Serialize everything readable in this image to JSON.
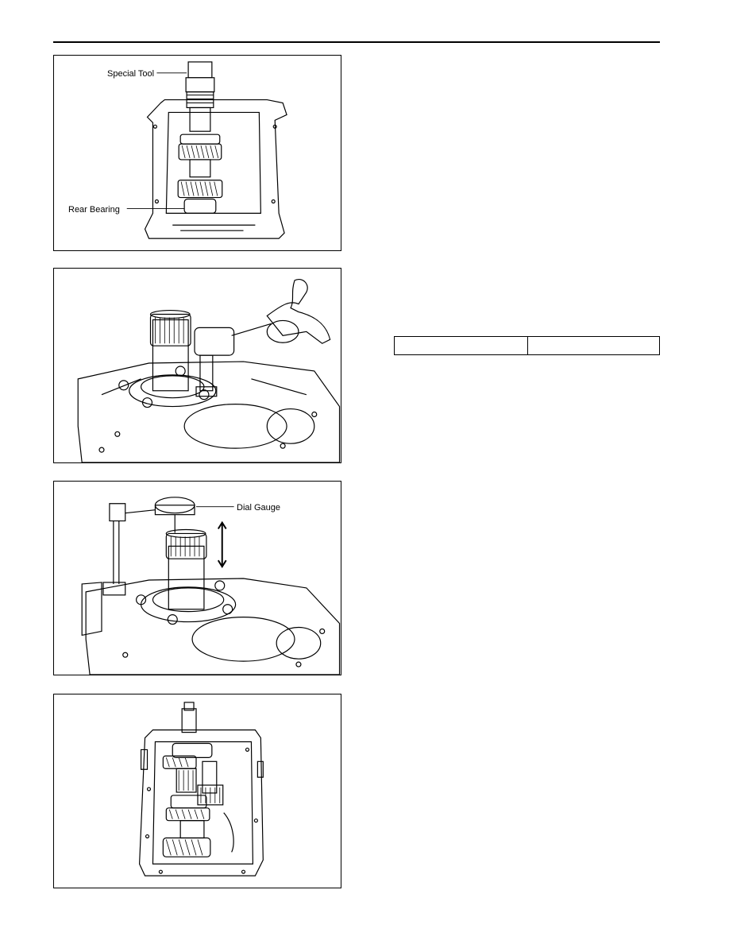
{
  "figures": [
    {
      "callouts": [
        "Special Tool",
        "Rear Bearing"
      ]
    },
    {
      "callouts": []
    },
    {
      "callouts": [
        "Dial Gauge"
      ]
    },
    {
      "callouts": []
    }
  ],
  "spec_table": {
    "rows": [
      [
        "",
        ""
      ]
    ]
  }
}
